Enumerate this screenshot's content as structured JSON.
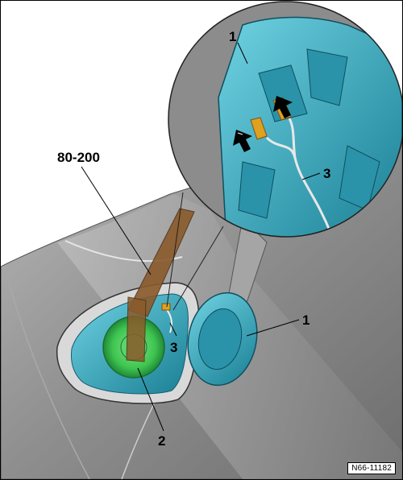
{
  "figure": {
    "reference_code": "N66-11182",
    "callouts": {
      "mirror_glass_top": "1",
      "mirror_glass_side": "1",
      "tool": "80-200",
      "motor": "2",
      "wire_detail": "3",
      "wire_main": "3"
    }
  },
  "colors": {
    "cyan_part": "#3fb4c9",
    "cyan_dark": "#1b7f95",
    "green_motor": "#3ec44f",
    "tool_brown": "#8a5a2b",
    "connector_orange": "#e0a020",
    "body_gray": "#8e8e8e"
  }
}
